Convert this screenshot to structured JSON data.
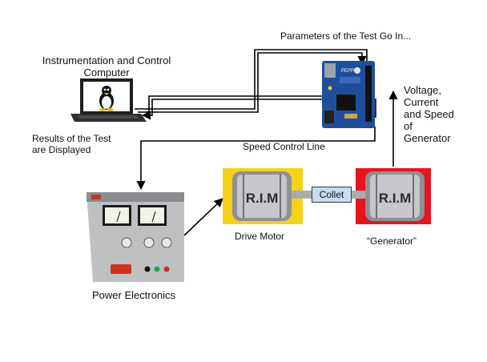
{
  "labels": {
    "computer": "Instrumentation and Control\nComputer",
    "results": "Results of the Test\nare Displayed",
    "parameters": "Parameters of the Test Go In...",
    "feedback": "Voltage,\nCurrent\nand Speed\nof\nGenerator",
    "speed_line": "Speed Control Line",
    "drive_motor": "Drive Motor",
    "generator": "“Generator”",
    "power": "Power Electronics",
    "collet": "Collet",
    "motor_badge": "R.I.M",
    "generator_badge": "R.I.M"
  },
  "colors": {
    "board_blue": "#1f4f9c",
    "motor_bg": "#f4d21a",
    "generator_bg": "#e8141c",
    "collet_fill": "#c5ddf2",
    "laptop_dark": "#2a2a2a",
    "psu_body": "#cfcfcf"
  },
  "icons": [
    "laptop-icon",
    "tux-icon",
    "microcontroller-board-icon",
    "power-supply-icon",
    "motor-icon",
    "generator-icon"
  ]
}
